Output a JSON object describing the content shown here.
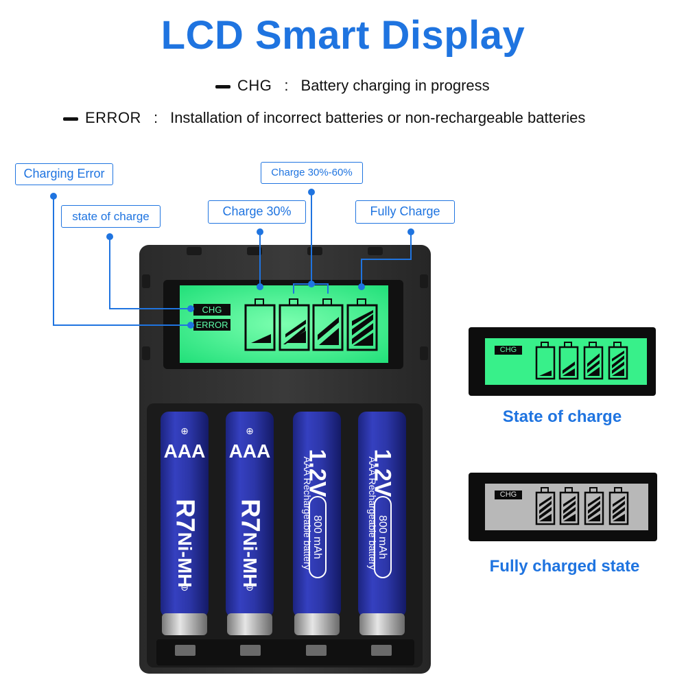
{
  "title": "LCD Smart Display",
  "legend": [
    {
      "key": "CHG",
      "colon": ":",
      "desc": "Battery charging in progress"
    },
    {
      "key": "ERROR",
      "colon": ":",
      "desc": "Installation of incorrect batteries or non-rechargeable batteries"
    }
  ],
  "callouts": {
    "charging_error": "Charging Error",
    "state_of_charge": "state of charge",
    "charge_30": "Charge  30%",
    "charge_30_60": "Charge  30%-60%",
    "fully_charge": "Fully Charge"
  },
  "lcd": {
    "chg_label": "CHG",
    "error_label": "ERROR",
    "bar_levels": [
      1,
      2,
      3,
      4
    ]
  },
  "batteries": [
    {
      "type": "AAA",
      "model": "R7",
      "chem": "Ni-MH",
      "plus": "⊕",
      "minus": "⊖"
    },
    {
      "type": "AAA",
      "model": "R7",
      "chem": "Ni-MH",
      "plus": "⊕",
      "minus": "⊖"
    },
    {
      "voltage": "1.2V",
      "line1": "AAA Rechargeable battery",
      "capacity": "800 mAh"
    },
    {
      "voltage": "1.2V",
      "line1": "AAA Rechargeable battery",
      "capacity": "800 mAh"
    }
  ],
  "side_panels": [
    {
      "label": "CHG",
      "caption": "State of charge",
      "theme": "green",
      "levels": [
        1,
        2,
        3,
        4
      ]
    },
    {
      "label": "CHG",
      "caption": "Fully charged state",
      "theme": "grey",
      "levels": [
        4,
        4,
        4,
        4
      ]
    }
  ],
  "colors": {
    "accent": "#1f74e0",
    "lcd_green": "#38f08a",
    "battery_blue": "#2f3aa8"
  }
}
